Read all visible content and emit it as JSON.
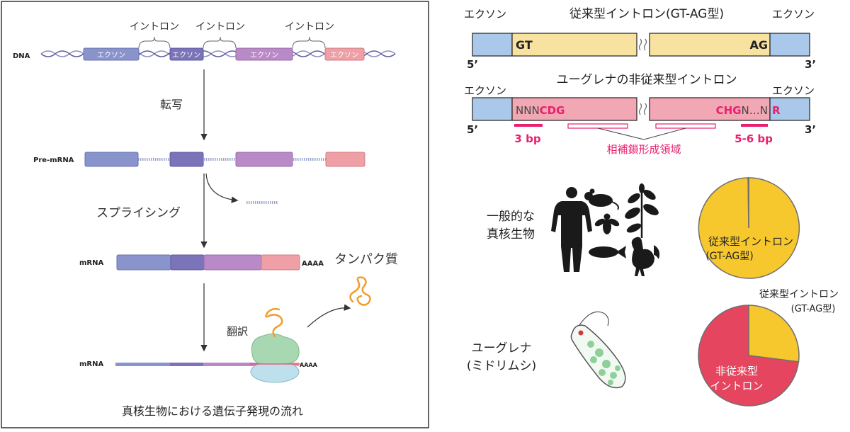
{
  "left_panel": {
    "intron_label": "イントロン",
    "exon_label": "エクソン",
    "dna_label": "DNA",
    "transcription_label": "転写",
    "pre_mrna_label": "Pre-mRNA",
    "splicing_label": "スプライシング",
    "mrna_label": "mRNA",
    "polya_label": "AAAA",
    "protein_label": "タンパク質",
    "translation_label": "翻訳",
    "caption": "真核生物における遺伝子発現の流れ"
  },
  "right_top": {
    "canonical_title": "従来型イントロン(GT-AG型)",
    "exon_label": "エクソン",
    "five_prime": "5’",
    "three_prime": "3’",
    "gt_label": "GT",
    "ag_label": "AG",
    "noncanonical_title": "ユーグレナの非従来型イントロン",
    "seq_left_prefix": "NNN",
    "seq_left_highlight": "CDG",
    "seq_right_highlight": "CHG",
    "seq_right_suffix": "N…N",
    "seq_r": "R",
    "bp_left": "3 bp",
    "bp_right": "5-6 bp",
    "complementary_label": "相補鎖形成領域"
  },
  "right_bottom": {
    "eukaryote_label_1": "一般的な",
    "eukaryote_label_2": "真核生物",
    "pie1_label_1": "従来型イントロン",
    "pie1_label_2": "(GT-AG型)",
    "euglena_label_1": "ユーグレナ",
    "euglena_label_2": "(ミドリムシ)",
    "pie2_outer_label_1": "従来型イントロン",
    "pie2_outer_label_2": "(GT-AG型)",
    "pie2_inner_label_1": "非従来型",
    "pie2_inner_label_2": "イントロン"
  },
  "colors": {
    "exon1": "#8a94cc",
    "exon2": "#7b74b8",
    "exon3": "#b98ac8",
    "exon4": "#eea0a6",
    "exon_blue": "#a9c8ea",
    "intron_yellow": "#f8e2a0",
    "intron_pink": "#f2a7b4",
    "magenta": "#e8206e",
    "pie_yellow": "#f7c72e",
    "pie_red": "#e5455f",
    "orange": "#f39b2a"
  },
  "chart_data": [
    {
      "type": "pie",
      "title": "",
      "slices": [
        {
          "label": "従来型イントロン(GT-AG型)",
          "value": 99.8
        },
        {
          "label": "",
          "value": 0.2
        }
      ]
    },
    {
      "type": "pie",
      "title": "",
      "slices": [
        {
          "label": "従来型イントロン(GT-AG型)",
          "value": 27
        },
        {
          "label": "非従来型イントロン",
          "value": 73
        }
      ]
    }
  ]
}
